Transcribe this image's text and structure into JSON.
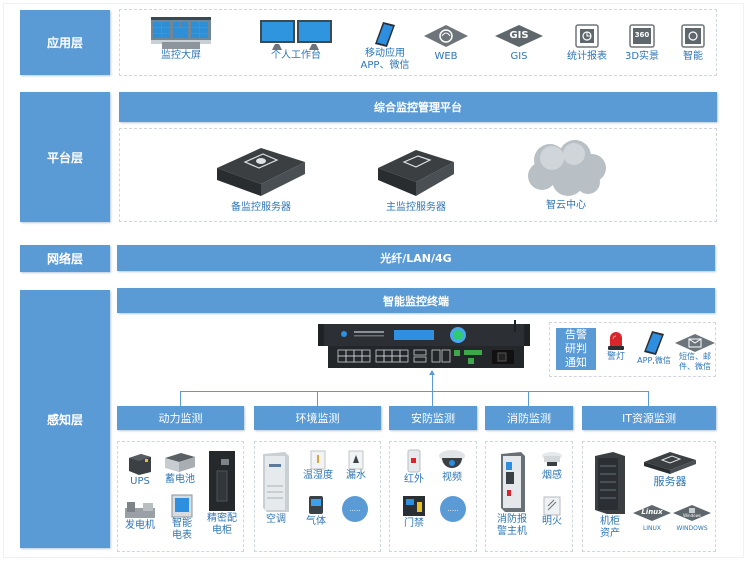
{
  "layers": {
    "application": "应用层",
    "platform": "平台层",
    "network": "网络层",
    "perception": "感知层"
  },
  "application_items": [
    {
      "label": "监控大屏",
      "icon": "video-wall-icon"
    },
    {
      "label": "个人工作台",
      "icon": "dual-monitor-icon"
    },
    {
      "label": "移动应用",
      "label2": "APP、微信",
      "icon": "smartphone-icon"
    },
    {
      "label": "WEB",
      "icon": "web-icon"
    },
    {
      "label": "GIS",
      "icon": "gis-icon"
    },
    {
      "label": "统计报表",
      "icon": "report-icon"
    },
    {
      "label": "3D实景",
      "icon": "3d-360-icon"
    },
    {
      "label": "智能",
      "icon": "smart-icon"
    }
  ],
  "icon_text": {
    "gis": "GIS",
    "three_sixty": "360",
    "linux": "Linux",
    "windows": "Windows"
  },
  "platform": {
    "title": "综合监控管理平台",
    "items": [
      {
        "label": "备监控服务器",
        "icon": "backup-server-icon"
      },
      {
        "label": "主监控服务器",
        "icon": "main-server-icon"
      },
      {
        "label": "智云中心",
        "icon": "cloud-icon"
      }
    ]
  },
  "network": {
    "title": "光纤/LAN/4G"
  },
  "perception": {
    "terminal_title": "智能监控终端",
    "alarm": {
      "title_lines": [
        "告警",
        "研判",
        "通知"
      ],
      "items": [
        {
          "label": "警灯",
          "icon": "alarm-light-icon"
        },
        {
          "label": "APP,微信",
          "icon": "smartphone-icon"
        },
        {
          "label": "短信、邮",
          "label2": "件、微信",
          "icon": "message-icon"
        }
      ]
    },
    "categories": [
      {
        "title": "动力监测",
        "items": [
          {
            "label": "UPS"
          },
          {
            "label": "蓄电池"
          },
          {
            "label": "发电机"
          },
          {
            "label": "智能",
            "label2": "电表"
          },
          {
            "label": "精密配",
            "label2": "电柜"
          }
        ]
      },
      {
        "title": "环境监测",
        "items": [
          {
            "label": "空调"
          },
          {
            "label": "温湿度"
          },
          {
            "label": "漏水"
          },
          {
            "label": "气体"
          },
          {
            "label": "....."
          }
        ]
      },
      {
        "title": "安防监测",
        "items": [
          {
            "label": "红外"
          },
          {
            "label": "视频"
          },
          {
            "label": "门禁"
          },
          {
            "label": "....."
          }
        ]
      },
      {
        "title": "消防监测",
        "items": [
          {
            "label": "消防报",
            "label2": "警主机"
          },
          {
            "label": "烟感"
          },
          {
            "label": "明火"
          }
        ]
      },
      {
        "title": "IT资源监测",
        "items": [
          {
            "label": "机柜",
            "label2": "资产"
          },
          {
            "label": "服务器"
          },
          {
            "label": "LINUX"
          },
          {
            "label": "WINDOWS"
          }
        ]
      }
    ]
  },
  "colors": {
    "accent": "#5b9bd5",
    "caption": "#2e75b6",
    "border": "#cfd6de"
  }
}
